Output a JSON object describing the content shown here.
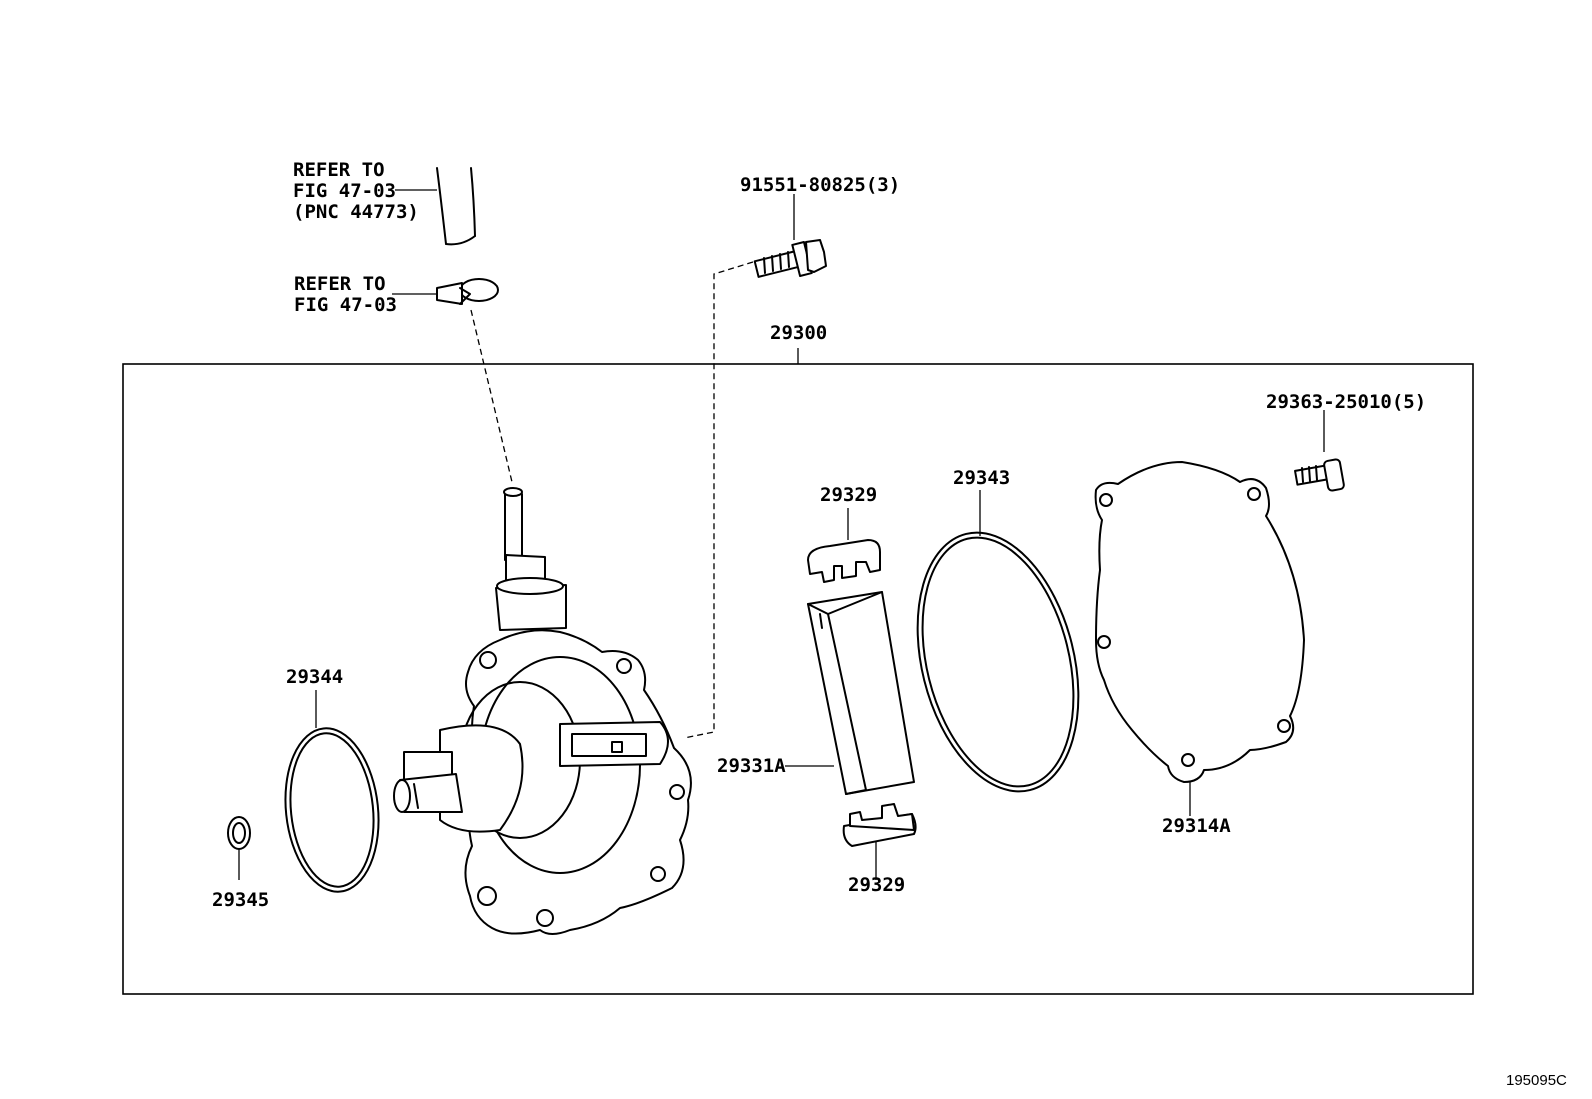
{
  "refs": {
    "hose_ref": [
      "REFER TO",
      "FIG 47-03",
      "(PNC 44773)"
    ],
    "clamp_ref": [
      "REFER TO",
      "FIG 47-03"
    ]
  },
  "parts": {
    "bolt_top": "91551-80825(3)",
    "assembly": "29300",
    "screw_right": "29363-25010(5)",
    "cover": "29314A",
    "gasket_large": "29343",
    "cap_upper": "29329",
    "vane": "29331A",
    "cap_lower": "29329",
    "o_ring_large": "29344",
    "o_ring_small": "29345"
  },
  "diagram_id": "195095C"
}
